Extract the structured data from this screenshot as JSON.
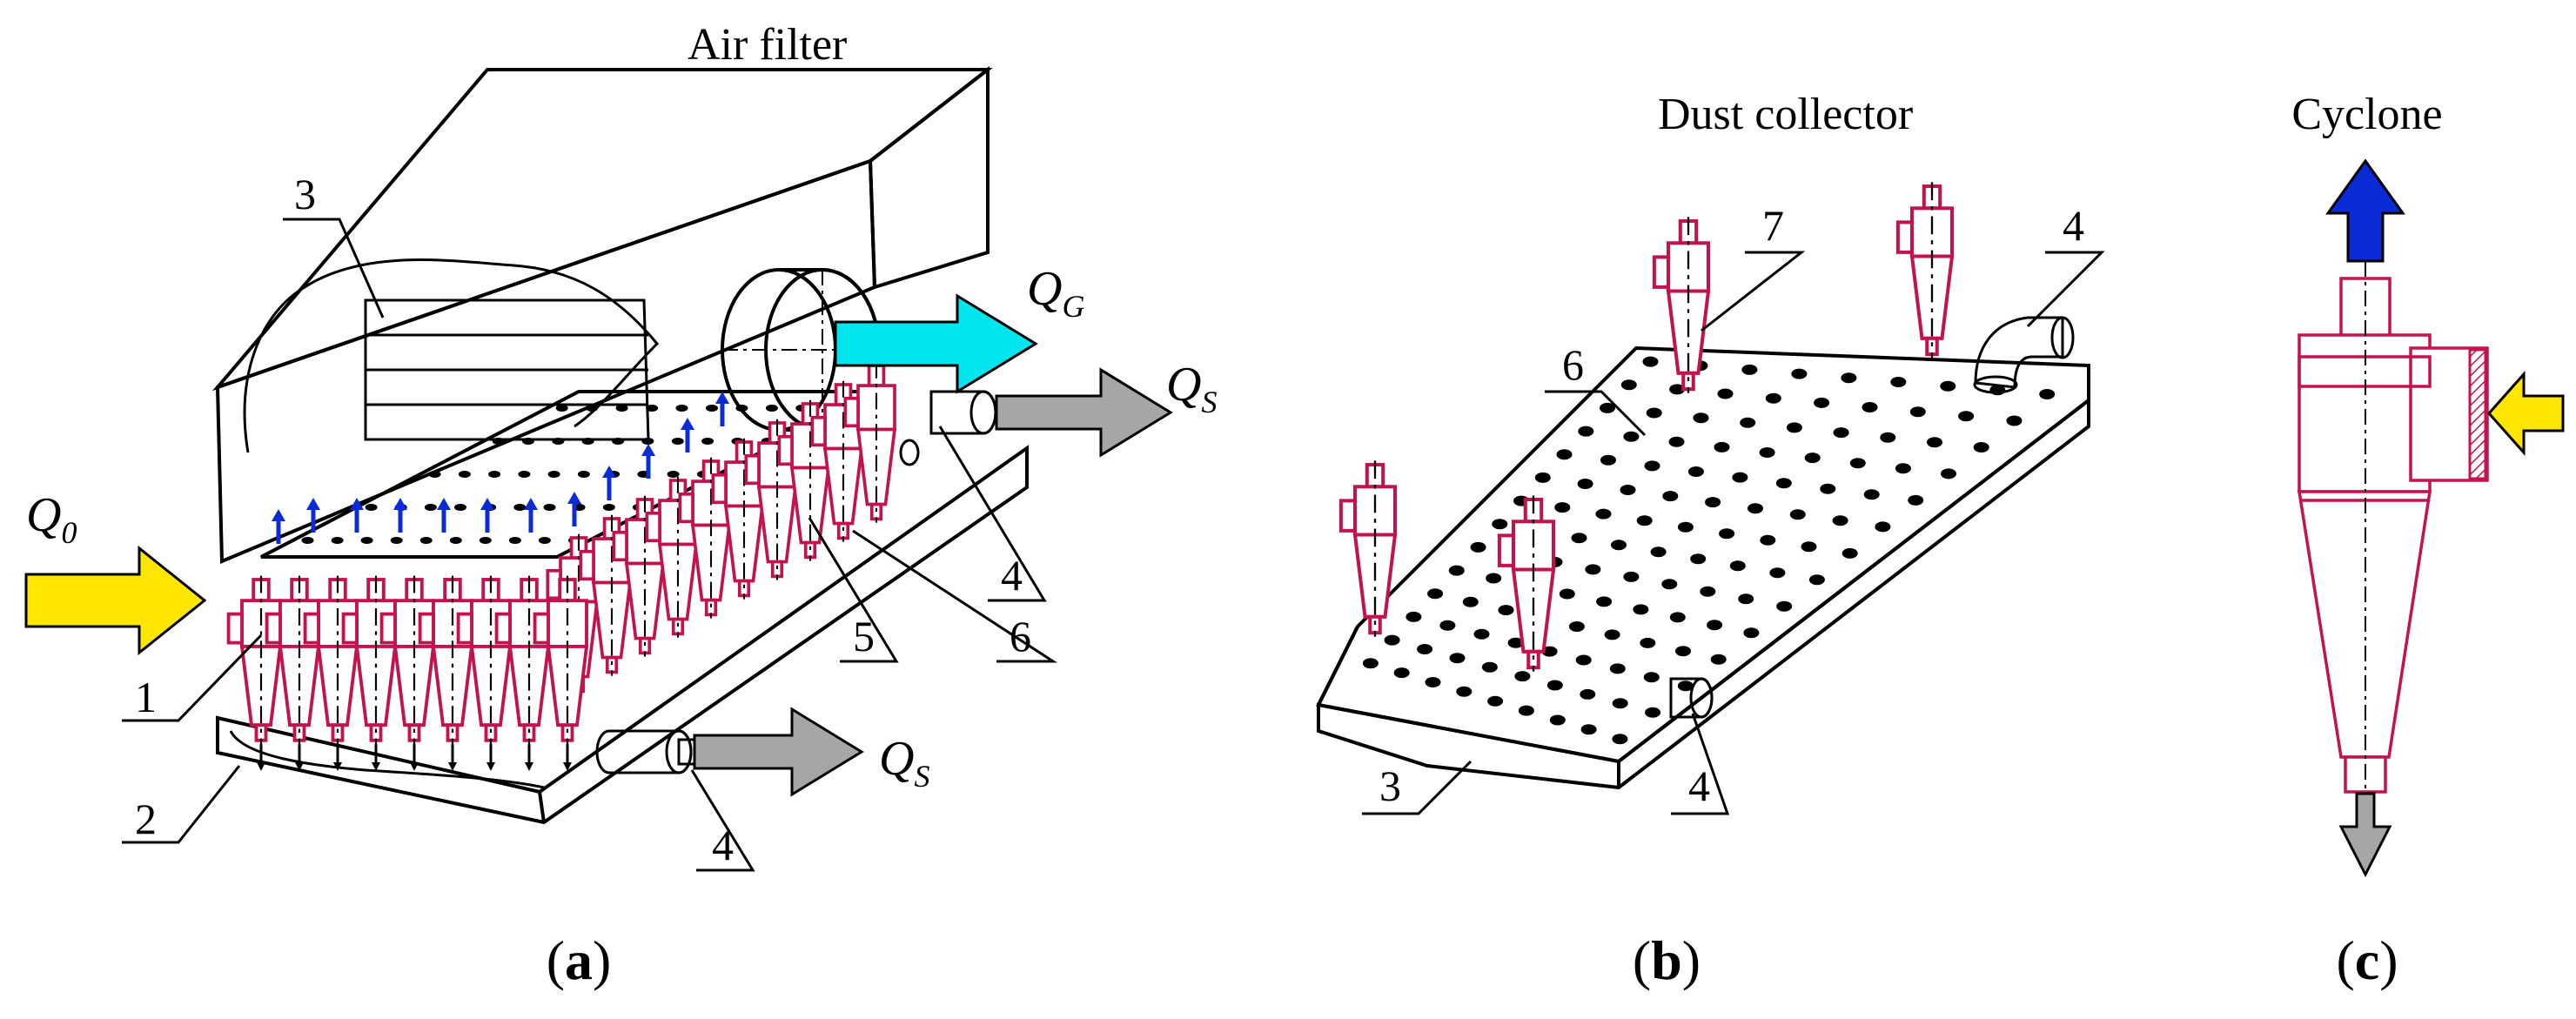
{
  "panel_a": {
    "title": "Air filter",
    "flow_in": {
      "main": "Q",
      "sub": "0"
    },
    "flow_gas": {
      "main": "Q",
      "sub": "G"
    },
    "flow_dust_top": {
      "main": "Q",
      "sub": "S"
    },
    "flow_dust_bottom": {
      "main": "Q",
      "sub": "S"
    },
    "labels": {
      "n1": "1",
      "n2": "2",
      "n3": "3",
      "n4a": "4",
      "n4b": "4",
      "n5": "5",
      "n6": "6"
    },
    "caption": {
      "open": "(",
      "letter": "a",
      "close": ")"
    }
  },
  "panel_b": {
    "title": "Dust collector",
    "labels": {
      "n3": "3",
      "n4a": "4",
      "n4b": "4",
      "n6": "6",
      "n7": "7"
    },
    "caption": {
      "open": "(",
      "letter": "b",
      "close": ")"
    }
  },
  "panel_c": {
    "title": "Cyclone",
    "caption": {
      "open": "(",
      "letter": "c",
      "close": ")"
    }
  },
  "colors": {
    "cyclone": "#c4124f",
    "inlet_arrow": "#ffe600",
    "gas_arrow": "#00e5ee",
    "dust_arrow": "#a6a6a6",
    "clean_air_arrow": "#0a2bd6"
  }
}
